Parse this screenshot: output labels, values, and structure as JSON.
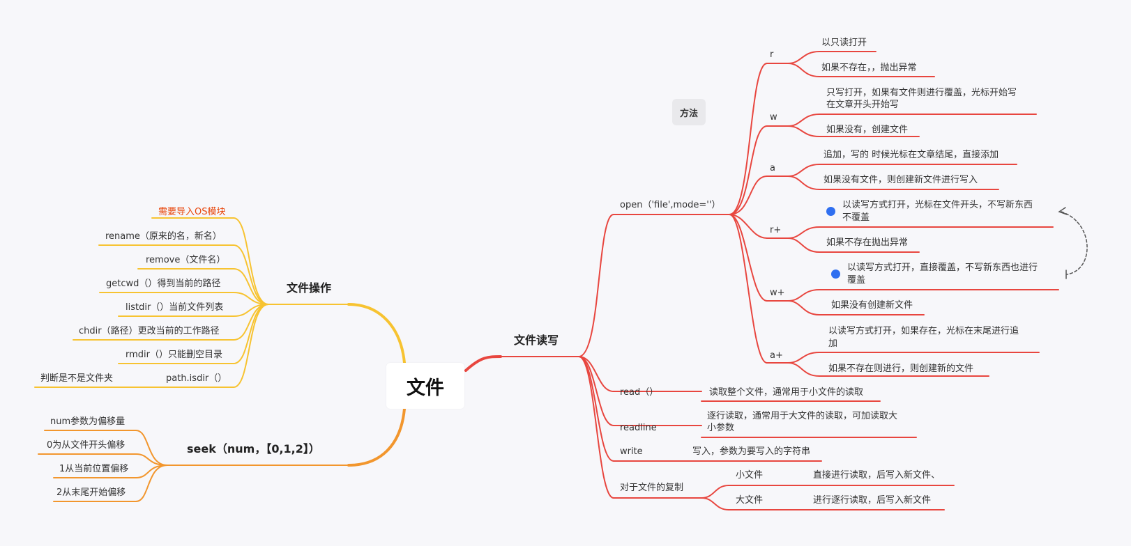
{
  "root": {
    "label": "文件"
  },
  "marker": {
    "label": "方法"
  },
  "colors": {
    "red": "#e8463f",
    "yellow": "#f7c331",
    "orange": "#f2962d",
    "dot": "#2f6ff0",
    "note": "#e8450a"
  },
  "file_ops": {
    "title": "文件操作",
    "note": "需要导入OS模块",
    "items": [
      "rename（原来的名，新名）",
      "remove（文件名）",
      "getcwd（）得到当前的路径",
      "listdir（）当前文件列表",
      "chdir（路径）更改当前的工作路径",
      "rmdir（）只能删空目录",
      "path.isdir（）"
    ],
    "isdir_desc": "判断是不是文件夹"
  },
  "seek": {
    "title": "seek（num，【0,1,2】）",
    "items": [
      "num参数为偏移量",
      "0为从文件开头偏移",
      "1从当前位置偏移",
      "2从末尾开始偏移"
    ]
  },
  "rw": {
    "title": "文件读写",
    "open": {
      "label": "open（'file',mode=''）",
      "modes": [
        {
          "mode": "r",
          "d1": "以只读打开",
          "d2": "如果不存在，，抛出异常"
        },
        {
          "mode": "w",
          "d1a": "只写打开，如果有文件则进行覆盖，光标开始写",
          "d1b": "在文章开头开始写",
          "d2": "如果没有，创建文件"
        },
        {
          "mode": "a",
          "d1": "追加，写的 时候光标在文章结尾，直接添加",
          "d2": "如果没有文件，则创建新文件进行写入"
        },
        {
          "mode": "r+",
          "d1a": "以读写方式打开，光标在文件开头，不写新东西",
          "d1b": "不覆盖",
          "d2": "如果不存在抛出异常"
        },
        {
          "mode": "w+",
          "d1a": "以读写方式打开，直接覆盖，不写新东西也进行",
          "d1b": "覆盖",
          "d2": "如果没有创建新文件"
        },
        {
          "mode": "a+",
          "d1a": "以读写方式打开，如果存在，光标在末尾进行追",
          "d1b": "加",
          "d2": "如果不存在则进行，则创建新的文件"
        }
      ]
    },
    "read": {
      "label": "read（）",
      "desc": "读取整个文件，通常用于小文件的读取"
    },
    "readline": {
      "label": "readline",
      "desc_a": "逐行读取，通常用于大文件的读取，可加读取大",
      "desc_b": "小参数"
    },
    "write": {
      "label": "write",
      "desc": "写入，参数为要写入的字符串"
    },
    "copy": {
      "label": "对于文件的复制",
      "small": "小文件",
      "small_desc": "直接进行读取，后写入新文件、",
      "big": "大文件",
      "big_desc": "进行逐行读取，后写入新文件"
    }
  }
}
